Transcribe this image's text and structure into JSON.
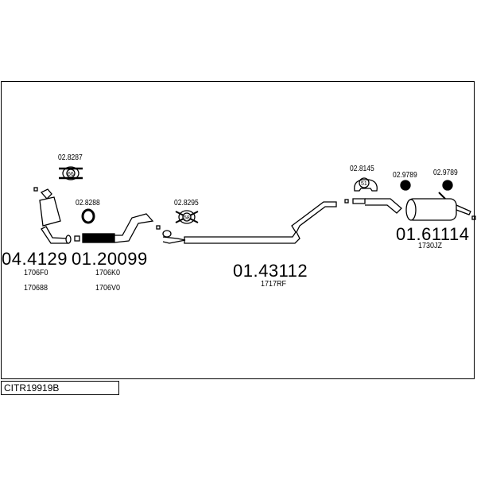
{
  "diagram_code": "CITR19919B",
  "parts": [
    {
      "number": "04.4129",
      "refs": [
        "1706F0",
        "170688"
      ]
    },
    {
      "number": "01.20099",
      "refs": [
        "1706K0",
        "1706V0"
      ]
    },
    {
      "number": "01.43112",
      "refs": [
        "1717RF"
      ]
    },
    {
      "number": "01.61114",
      "refs": [
        "1730JZ"
      ]
    }
  ],
  "clamps": [
    {
      "number": "02.8287",
      "size": "66"
    },
    {
      "number": "02.8288"
    },
    {
      "number": "02.8295",
      "size": "58"
    },
    {
      "number": "02.8145",
      "size": "51"
    },
    {
      "number": "02.9789"
    },
    {
      "number": "02.9789"
    }
  ]
}
